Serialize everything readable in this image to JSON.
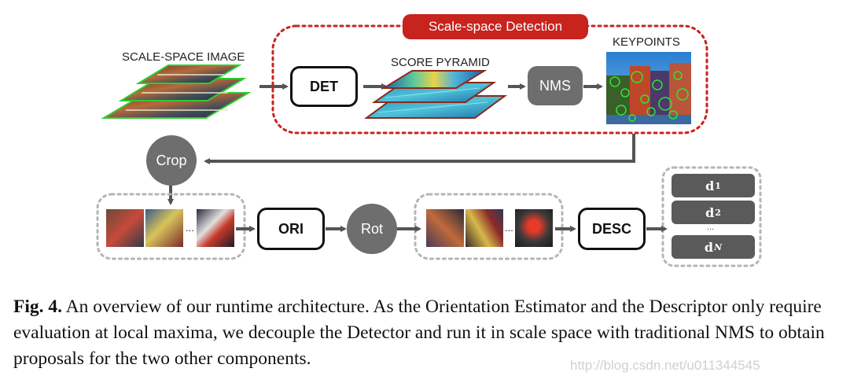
{
  "diagram": {
    "labels": {
      "scale_space_image": "SCALE-SPACE IMAGE",
      "score_pyramid": "SCORE PYRAMID",
      "keypoints": "KEYPOINTS",
      "detection_group": "Scale-space Detection"
    },
    "nodes": {
      "det": "DET",
      "nms": "NMS",
      "crop": "Crop",
      "ori": "ORI",
      "rot": "Rot",
      "desc": "DESC"
    },
    "ellipsis": "...",
    "descriptors": [
      {
        "base": "d",
        "sub": "1"
      },
      {
        "base": "d",
        "sub": "2"
      },
      {
        "base": "d",
        "sub": "N"
      }
    ],
    "descriptor_ellipsis": "...",
    "colors": {
      "detection_border": "#c8231d",
      "node_gray": "#6e6e6e",
      "arrow": "#555555",
      "keypoint_green": "#2ee62e",
      "pyramid_teal": "#3aa6c9"
    }
  },
  "caption": {
    "label": "Fig. 4.",
    "text": "An overview of our runtime architecture. As the Orientation Estimator and the Descriptor only require evaluation at local maxima, we decouple the Detector and run it in scale space with traditional NMS to obtain proposals for the two other components."
  },
  "watermark": "http://blog.csdn.net/u011344545"
}
